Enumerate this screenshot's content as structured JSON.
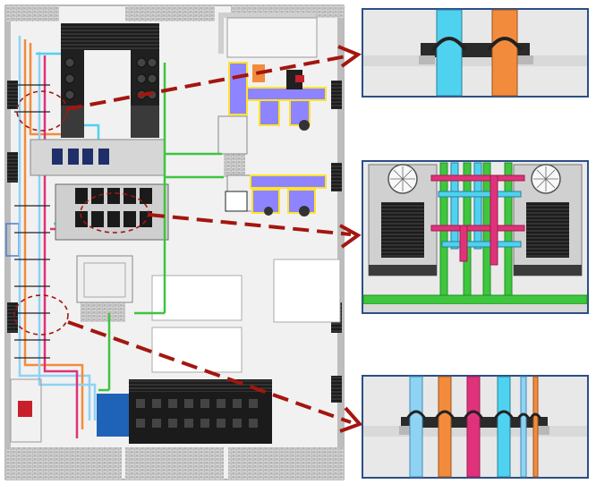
{
  "figure": {
    "kind": "mep-plant-room-plan-with-pipe-support-callouts",
    "colors": {
      "cyan_pipe": "#4fd2ef",
      "light_blue_pipe": "#8fd2f4",
      "orange_pipe": "#f28c3c",
      "magenta_pipe": "#e0327a",
      "green_pipe": "#3ec63e",
      "callout_arrow": "#a3160f",
      "callout_frame": "#2c4f86",
      "wall_pattern": "#9a9a9a",
      "equipment_dark": "#1e1e1e",
      "ahu_fill": "#8f84ff",
      "ahu_outline": "#ffe42a",
      "pump_blue": "#1f63b8",
      "tank_red": "#c8202a"
    },
    "callouts": [
      {
        "id": "top",
        "subject": "pipe-clamps-on-wall-two-pipes",
        "icons": [
          "cyan-pipe",
          "orange-pipe",
          "pipe-clamp-icon"
        ]
      },
      {
        "id": "middle",
        "subject": "pipes-between-two-air-cooled-chillers",
        "icons": [
          "chiller-fan-icon",
          "cyan-pipe",
          "magenta-pipe",
          "green-pipe"
        ]
      },
      {
        "id": "bottom",
        "subject": "pipe-clamps-on-wall-six-pipes",
        "icons": [
          "light-blue-pipe",
          "orange-pipe",
          "magenta-pipe",
          "cyan-pipe",
          "pipe-clamp-icon"
        ]
      }
    ]
  }
}
